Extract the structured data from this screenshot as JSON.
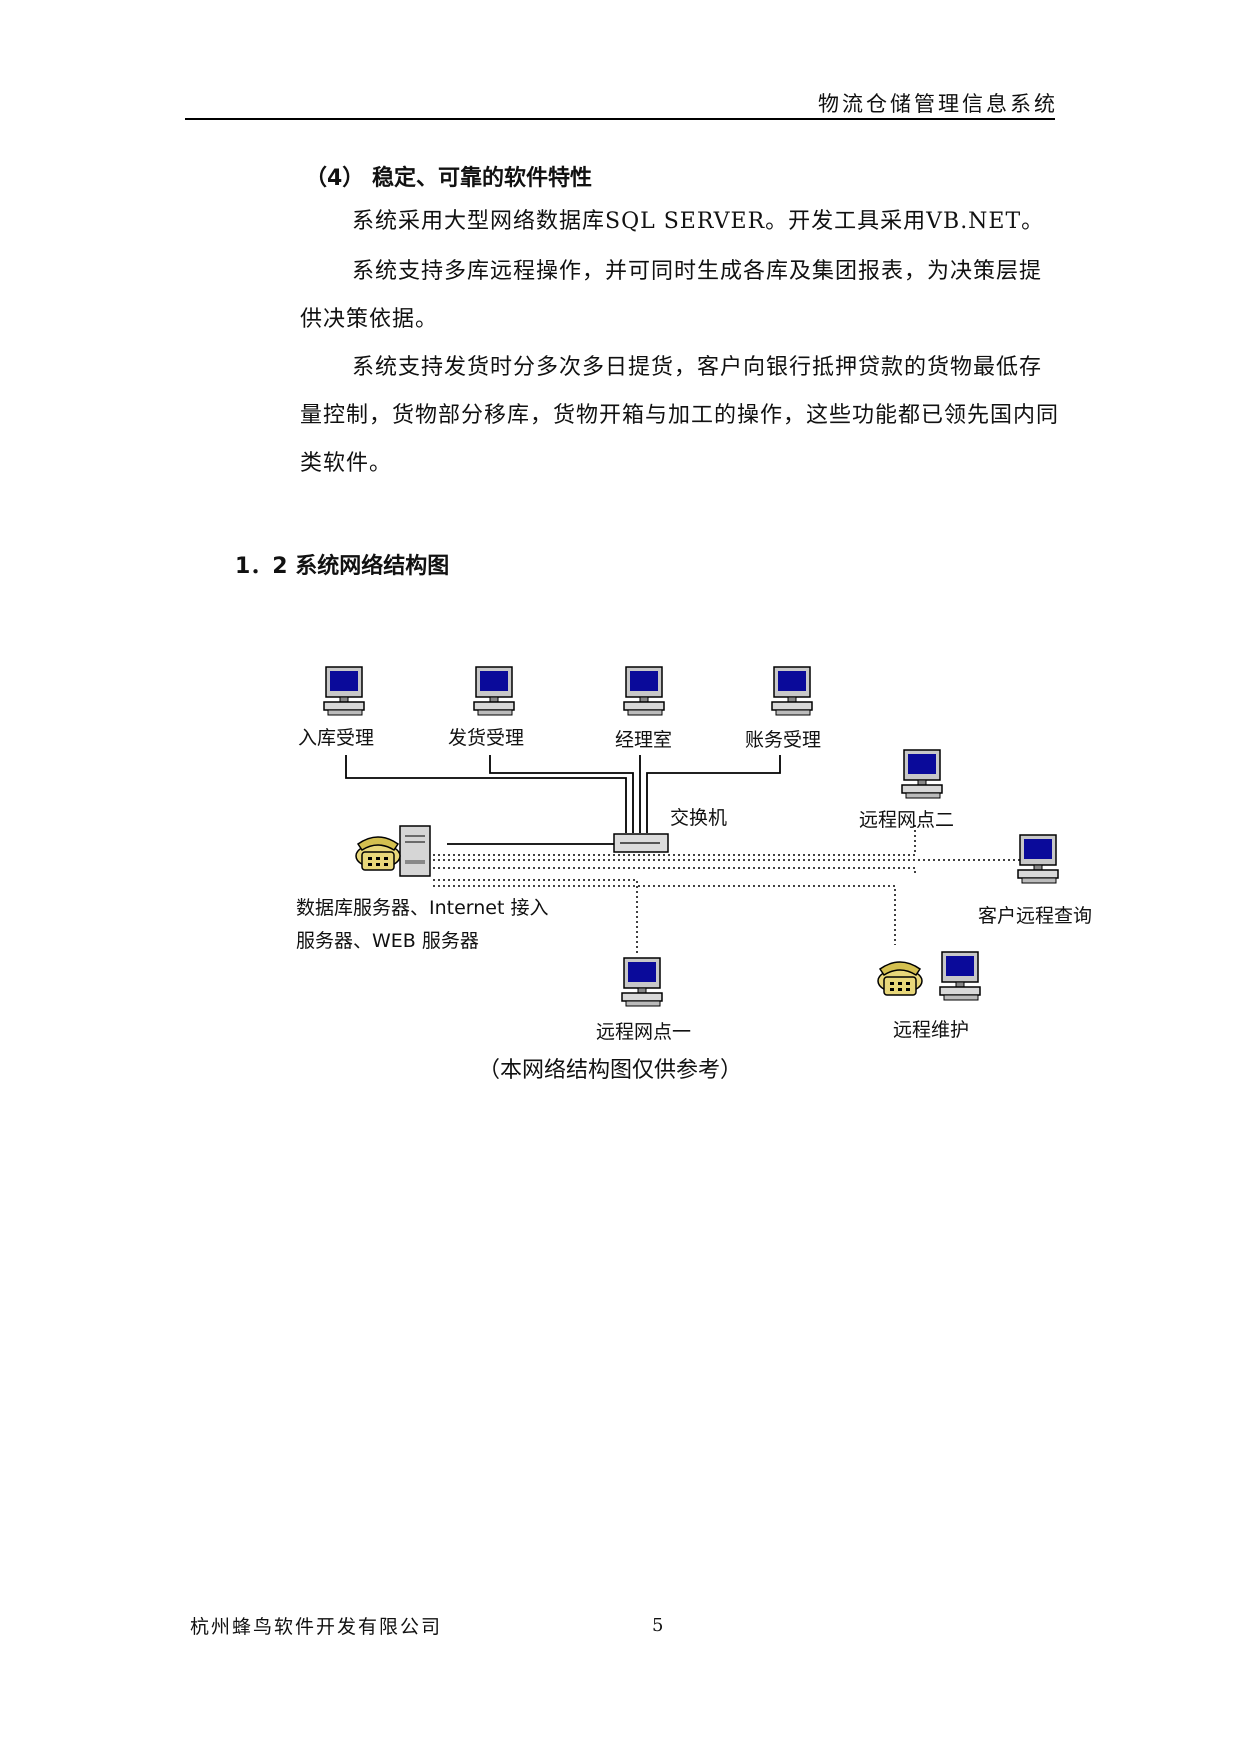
{
  "header": {
    "title": "物流仓储管理信息系统"
  },
  "section": {
    "heading": "（4）  稳定、可靠的软件特性",
    "paragraphs": [
      "系统采用大型网络数据库SQL SERVER。开发工具采用VB.NET。",
      "系统支持多库远程操作，并可同时生成各库及集团报表，为决策层提供决策依据。",
      "系统支持发货时分多次多日提货，客户向银行抵押贷款的货物最低存量控制，货物部分移库，货物开箱与加工的操作，这些功能都已领先国内同类软件。"
    ]
  },
  "subsection": {
    "heading": "1．2 系统网络结构图"
  },
  "diagram": {
    "nodes": {
      "inbound": "入库受理",
      "shipping": "发货受理",
      "manager": "经理室",
      "accounts": "账务受理",
      "switch": "交换机",
      "remote2": "远程网点二",
      "server_line1": "数据库服务器、Internet 接入",
      "server_line2": "服务器、WEB 服务器",
      "client_query": "客户远程查询",
      "remote1": "远程网点一",
      "remote_maint": "远程维护"
    },
    "caption": "（本网络结构图仅供参考）"
  },
  "footer": {
    "company": "杭州蜂鸟软件开发有限公司",
    "page": "5"
  },
  "colors": {
    "screen": "#0a0a9a",
    "phone": "#e8d77a",
    "ink": "#111111"
  }
}
